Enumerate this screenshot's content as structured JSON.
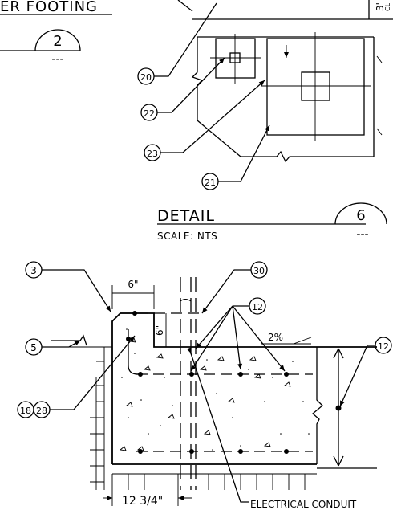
{
  "header_left": {
    "title": "ER FOOTING",
    "number": "2",
    "sheet": "---"
  },
  "plan_detail": {
    "dimension_text": "3'",
    "dimension_sub": "CL",
    "callouts": [
      "20",
      "22",
      "23",
      "21"
    ]
  },
  "detail_title": {
    "title": "DETAIL",
    "scale": "SCALE: NTS",
    "number": "6",
    "sheet": "---"
  },
  "section": {
    "width_dim": "6\"",
    "height_dim": "6\"",
    "slope": "2%",
    "bottom_dim": "12 3/4\"",
    "conduit_label": "ELECTRICAL CONDUIT",
    "callouts": {
      "c3": "3",
      "c30": "30",
      "c12a": "12",
      "c12b": "12",
      "c5": "5",
      "c18": "18",
      "c28": "28"
    }
  }
}
